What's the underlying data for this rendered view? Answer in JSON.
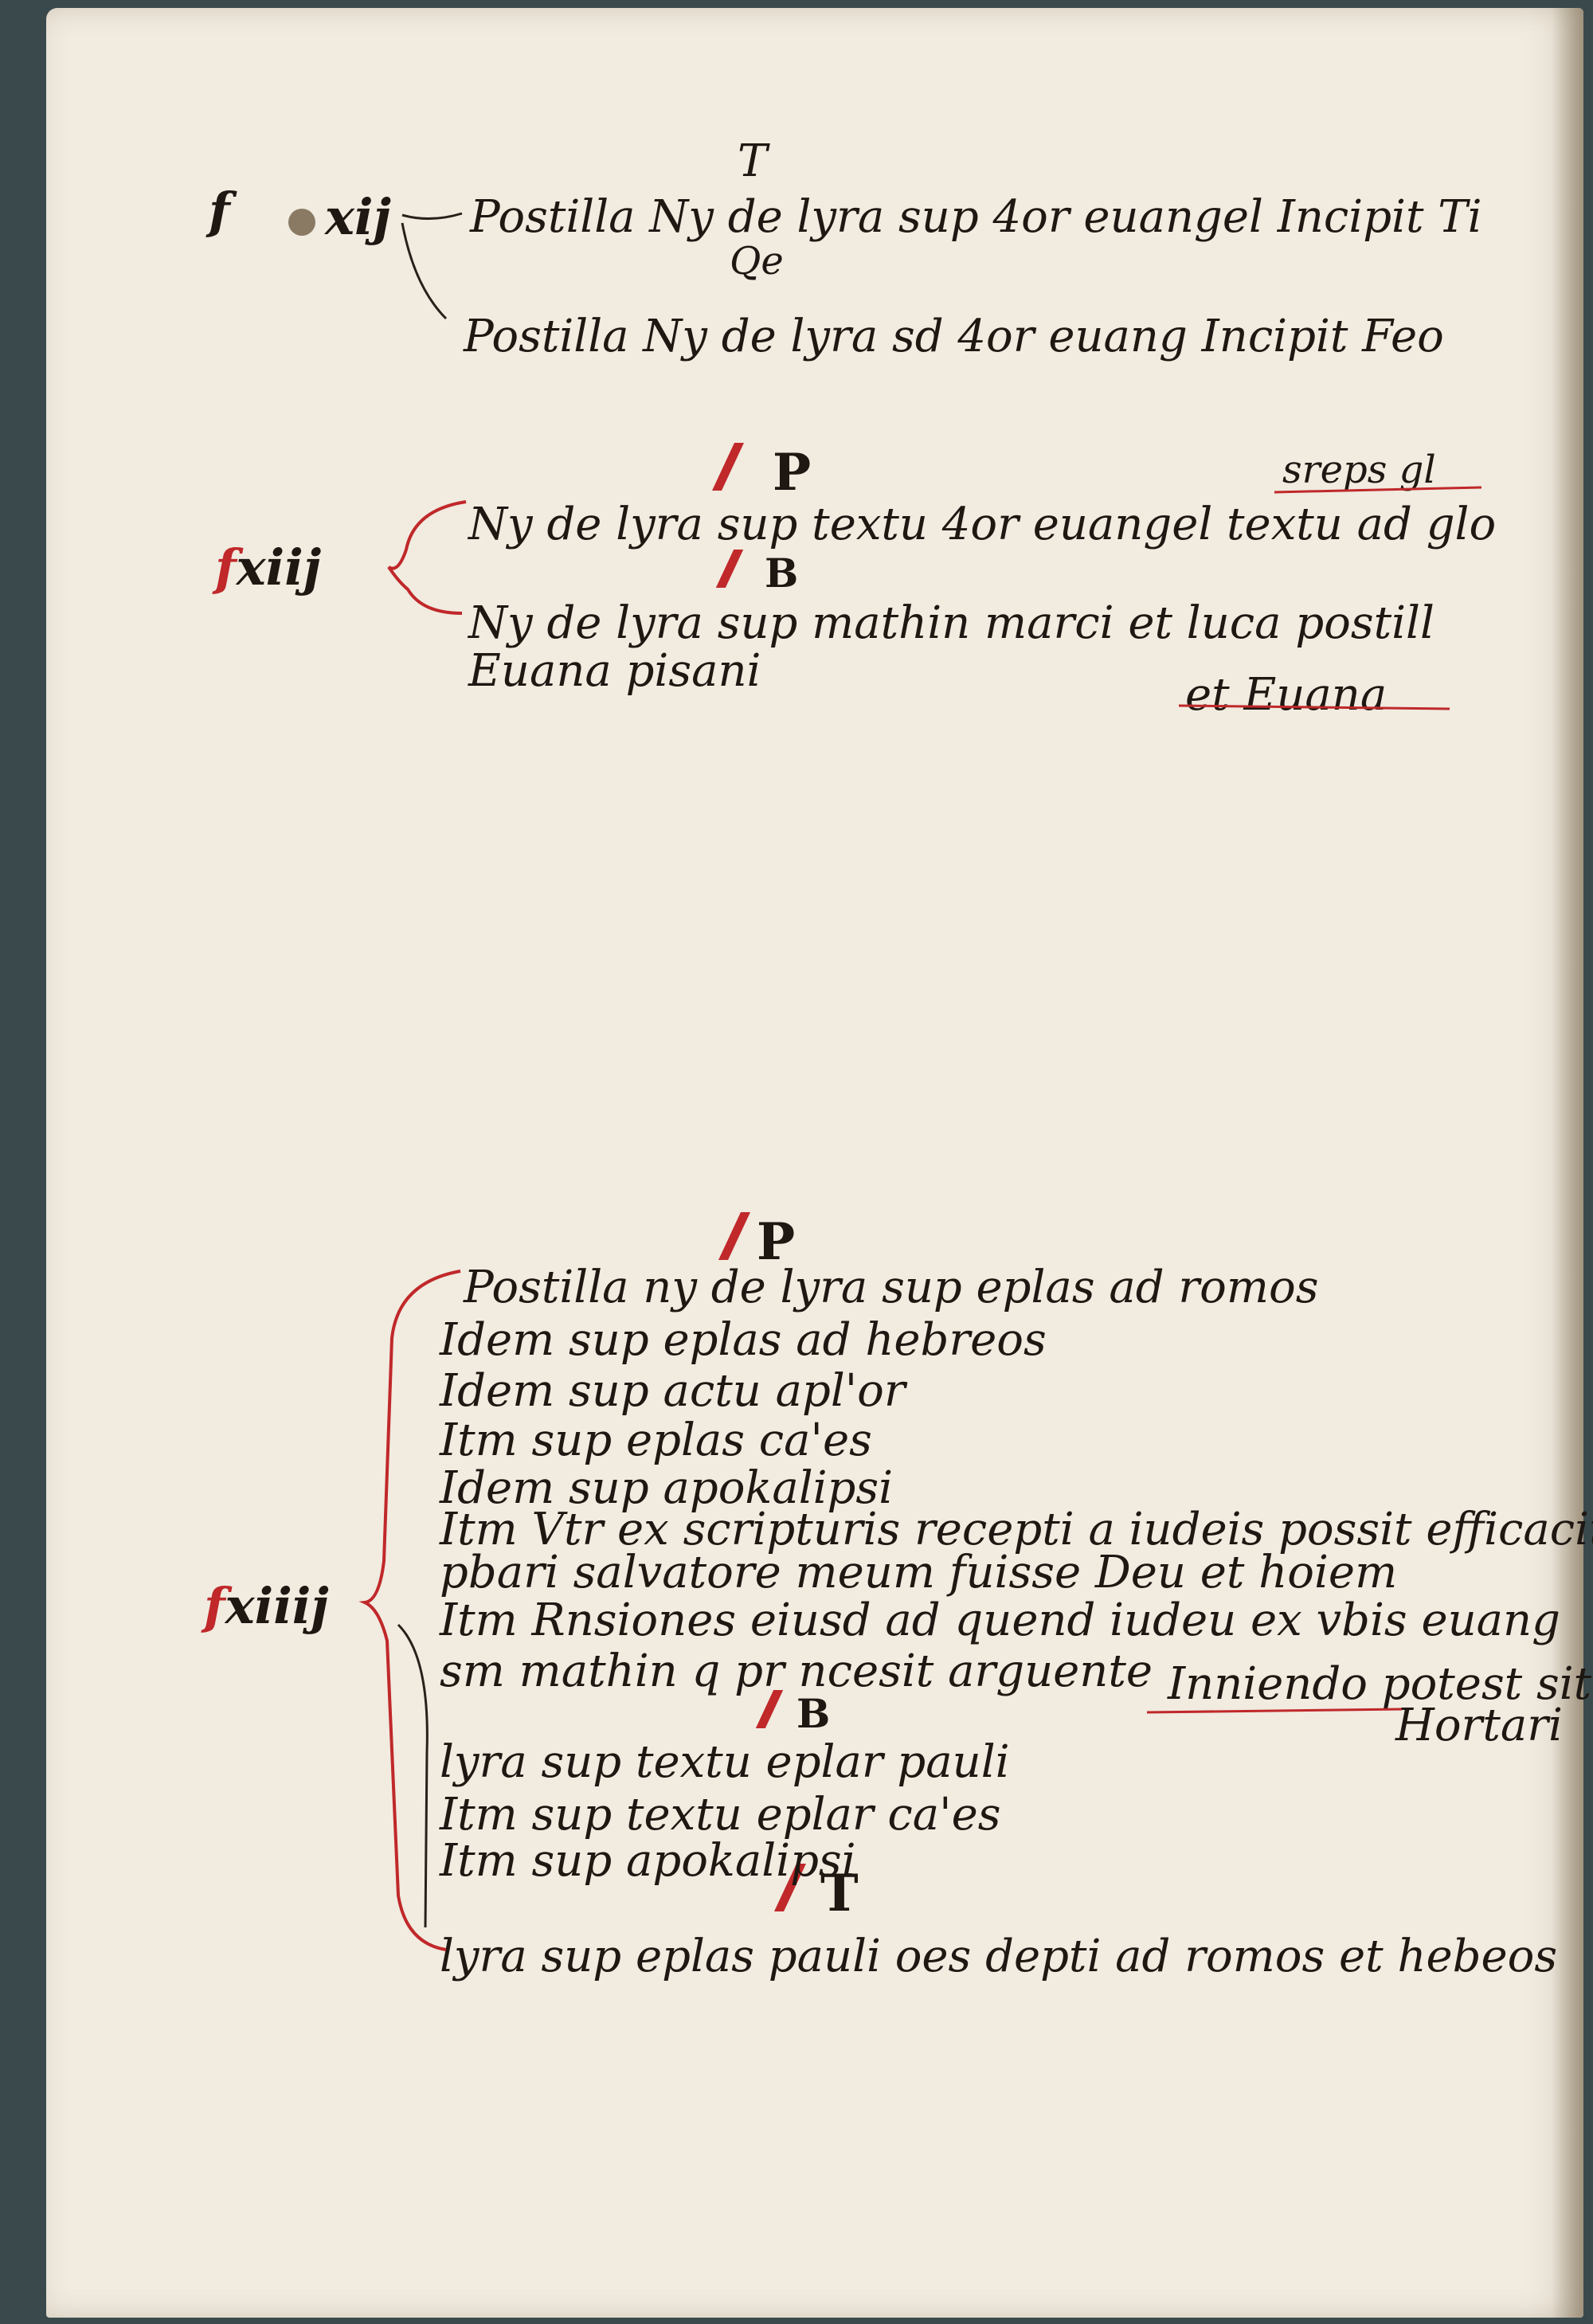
{
  "section1": {
    "label_f": "f",
    "label_num": "xij",
    "letter_top": "T",
    "letter_mid": "Qe",
    "line1": "Postilla Ny de lyra sup 4or euangel Incipit Ti",
    "line2": "Postilla Ny de lyra sd 4or euang Incipit Feo"
  },
  "section2": {
    "label_f": "f",
    "label_num": "xiij",
    "letter_p": "P",
    "letter_b": "B",
    "gloss_above": "sreps gl",
    "line1": "Ny de lyra sup textu 4or euangel textu ad glo",
    "line2": "Ny de lyra sup mathin marci et luca postill",
    "line3": "Euana pisani",
    "gloss_below": "et Euana"
  },
  "section3": {
    "label_f": "f",
    "label_num": "xiiij",
    "letter_p": "P",
    "letter_b": "B",
    "letter_t": "T",
    "lines": [
      "Postilla ny de lyra sup eplas ad romos",
      "Idem sup eplas ad hebreos",
      "Idem sup actu apl'or",
      "Itm sup eplas ca'es",
      "Idem sup apokalipsi",
      "Itm Vtr ex scripturis recepti a iudeis possit efficaciter",
      "pbari salvatore meum fuisse Deu et hoiem",
      "Itm Rnsiones eiusd ad quend iudeu ex vbis euang",
      "sm mathin q pr ncesit arguente",
      "lyra sup textu eplar pauli",
      "Itm sup textu eplar ca'es",
      "Itm sup apokalipsi",
      "lyra sup eplas pauli oes depti ad romos et hebeos"
    ],
    "gloss_line9": "Inniendo potest sit ex",
    "gloss_below": "Hortari"
  },
  "colors": {
    "parchment": "#f1ebe0",
    "ink": "#1e1712",
    "rubric": "#c0282a",
    "background": "#3a4a4c"
  }
}
